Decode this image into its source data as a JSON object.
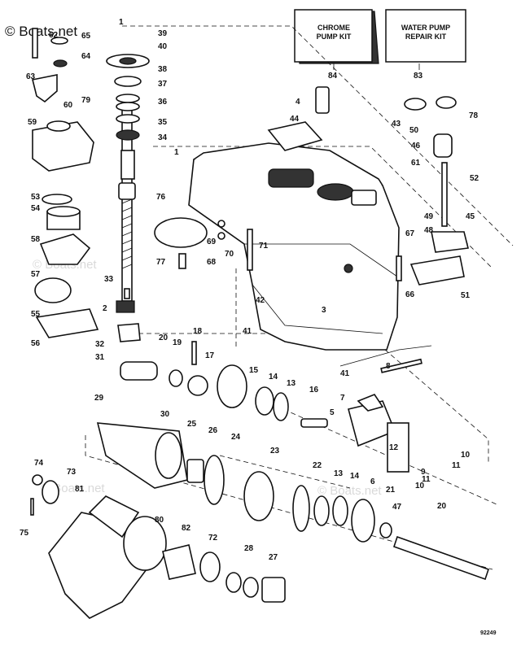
{
  "watermark": "© Boats.net",
  "watermark_faint": "© Boats.net",
  "kits": {
    "chrome": {
      "line1": "CHROME",
      "line2": "PUMP KIT",
      "ref": "84"
    },
    "water": {
      "line1": "WATER PUMP",
      "line2": "REPAIR KIT",
      "ref": "83"
    }
  },
  "diagram_code": "92249",
  "callouts": {
    "c1": "1",
    "c1b": "1",
    "c2": "2",
    "c3": "3",
    "c4": "4",
    "c5": "5",
    "c6": "6",
    "c7": "7",
    "c8": "8",
    "c9": "9",
    "c10a": "10",
    "c10b": "10",
    "c11a": "11",
    "c11b": "11",
    "c12": "12",
    "c13a": "13",
    "c13b": "13",
    "c14a": "14",
    "c14b": "14",
    "c15": "15",
    "c16": "16",
    "c17": "17",
    "c18": "18",
    "c19": "19",
    "c20a": "20",
    "c20b": "20",
    "c21": "21",
    "c22": "22",
    "c23": "23",
    "c24": "24",
    "c25": "25",
    "c26": "26",
    "c27": "27",
    "c28": "28",
    "c29": "29",
    "c30": "30",
    "c31": "31",
    "c32": "32",
    "c33": "33",
    "c34": "34",
    "c35": "35",
    "c36": "36",
    "c37": "37",
    "c38": "38",
    "c39": "39",
    "c40": "40",
    "c41a": "41",
    "c41b": "41",
    "c42": "42",
    "c43": "43",
    "c44": "44",
    "c45": "45",
    "c46": "46",
    "c47": "47",
    "c48": "48",
    "c49": "49",
    "c50": "50",
    "c51": "51",
    "c52": "52",
    "c53": "53",
    "c54": "54",
    "c57": "57",
    "c58": "58",
    "c55": "55",
    "c56": "56",
    "c59": "59",
    "c60": "60",
    "c61": "61",
    "c62": "62",
    "c63": "63",
    "c64": "64",
    "c65": "65",
    "c66": "66",
    "c67": "67",
    "c68": "68",
    "c69": "69",
    "c70": "70",
    "c71": "71",
    "c72": "72",
    "c73": "73",
    "c74": "74",
    "c75": "75",
    "c76": "76",
    "c77": "77",
    "c78": "78",
    "c79": "79",
    "c80": "80",
    "c81": "81",
    "c82": "82"
  }
}
